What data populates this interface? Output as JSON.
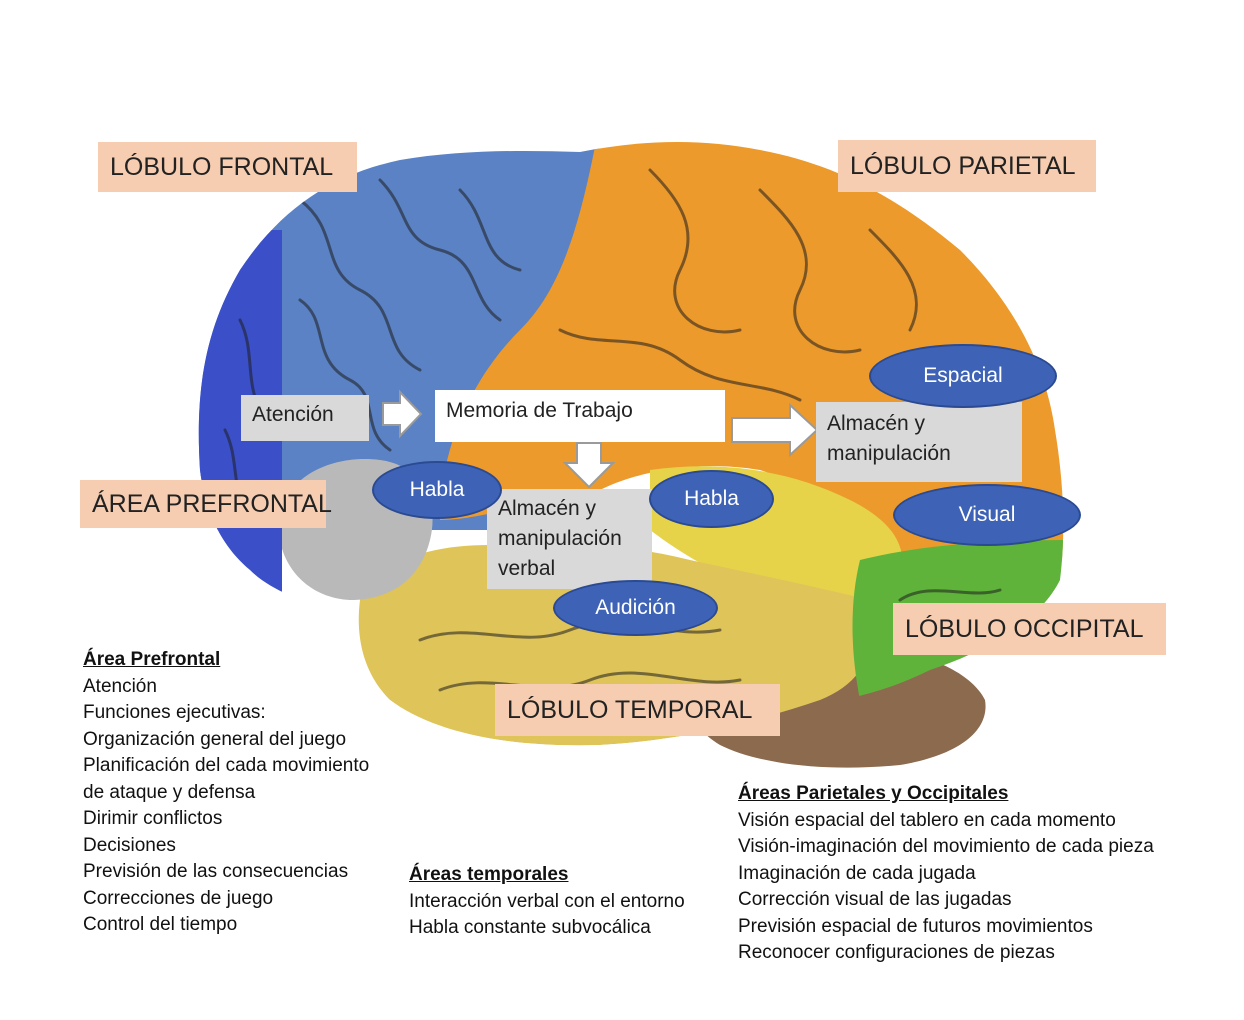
{
  "lobes": {
    "frontal": "LÓBULO FRONTAL",
    "parietal": "LÓBULO PARIETAL",
    "prefrontal": "ÁREA PREFRONTAL",
    "occipital": "LÓBULO OCCIPITAL",
    "temporal": "LÓBULO TEMPORAL"
  },
  "flow": {
    "attention": "Atención",
    "working_memory": "Memoria de Trabajo",
    "visuospatial_store_line1": "Almacén y",
    "visuospatial_store_line2": "manipulación",
    "verbal_store_line1": "Almacén y",
    "verbal_store_line2": "manipulación",
    "verbal_store_line3": "verbal"
  },
  "ovals": {
    "spatial": "Espacial",
    "visual": "Visual",
    "speech_left": "Habla",
    "speech_right": "Habla",
    "hearing": "Audición"
  },
  "colors": {
    "frontal": "#5a82c4",
    "prefrontal": "#3a4fc8",
    "parietal": "#ec9a2c",
    "temporal": "#dfc45a",
    "temporal_upper": "#e6d34a",
    "occipital": "#5fb33a",
    "cerebellum": "#8b6a4e",
    "grey_area": "#b9b9b9",
    "oval_fill": "#3e63b6",
    "label_fill": "#f6cdb0"
  },
  "notes_prefrontal": {
    "title": "Área Prefrontal",
    "items": [
      "Atención",
      "Funciones ejecutivas:",
      "Organización general del juego",
      "Planificación del cada movimiento",
      "de ataque y defensa",
      "Dirimir conflictos",
      "Decisiones",
      "Previsión de las consecuencias",
      "Correcciones de juego",
      "Control del tiempo"
    ]
  },
  "notes_temporal": {
    "title": "Áreas temporales",
    "items": [
      "Interacción verbal con el entorno",
      "Habla constante subvocálica"
    ]
  },
  "notes_parietal": {
    "title": "Áreas Parietales y Occipitales",
    "items": [
      "Visión espacial del tablero en cada momento",
      "Visión-imaginación del movimiento de cada pieza",
      "Imaginación de cada jugada",
      "Corrección visual de las jugadas",
      "Previsión espacial de futuros movimientos",
      "Reconocer  configuraciones de piezas"
    ]
  }
}
